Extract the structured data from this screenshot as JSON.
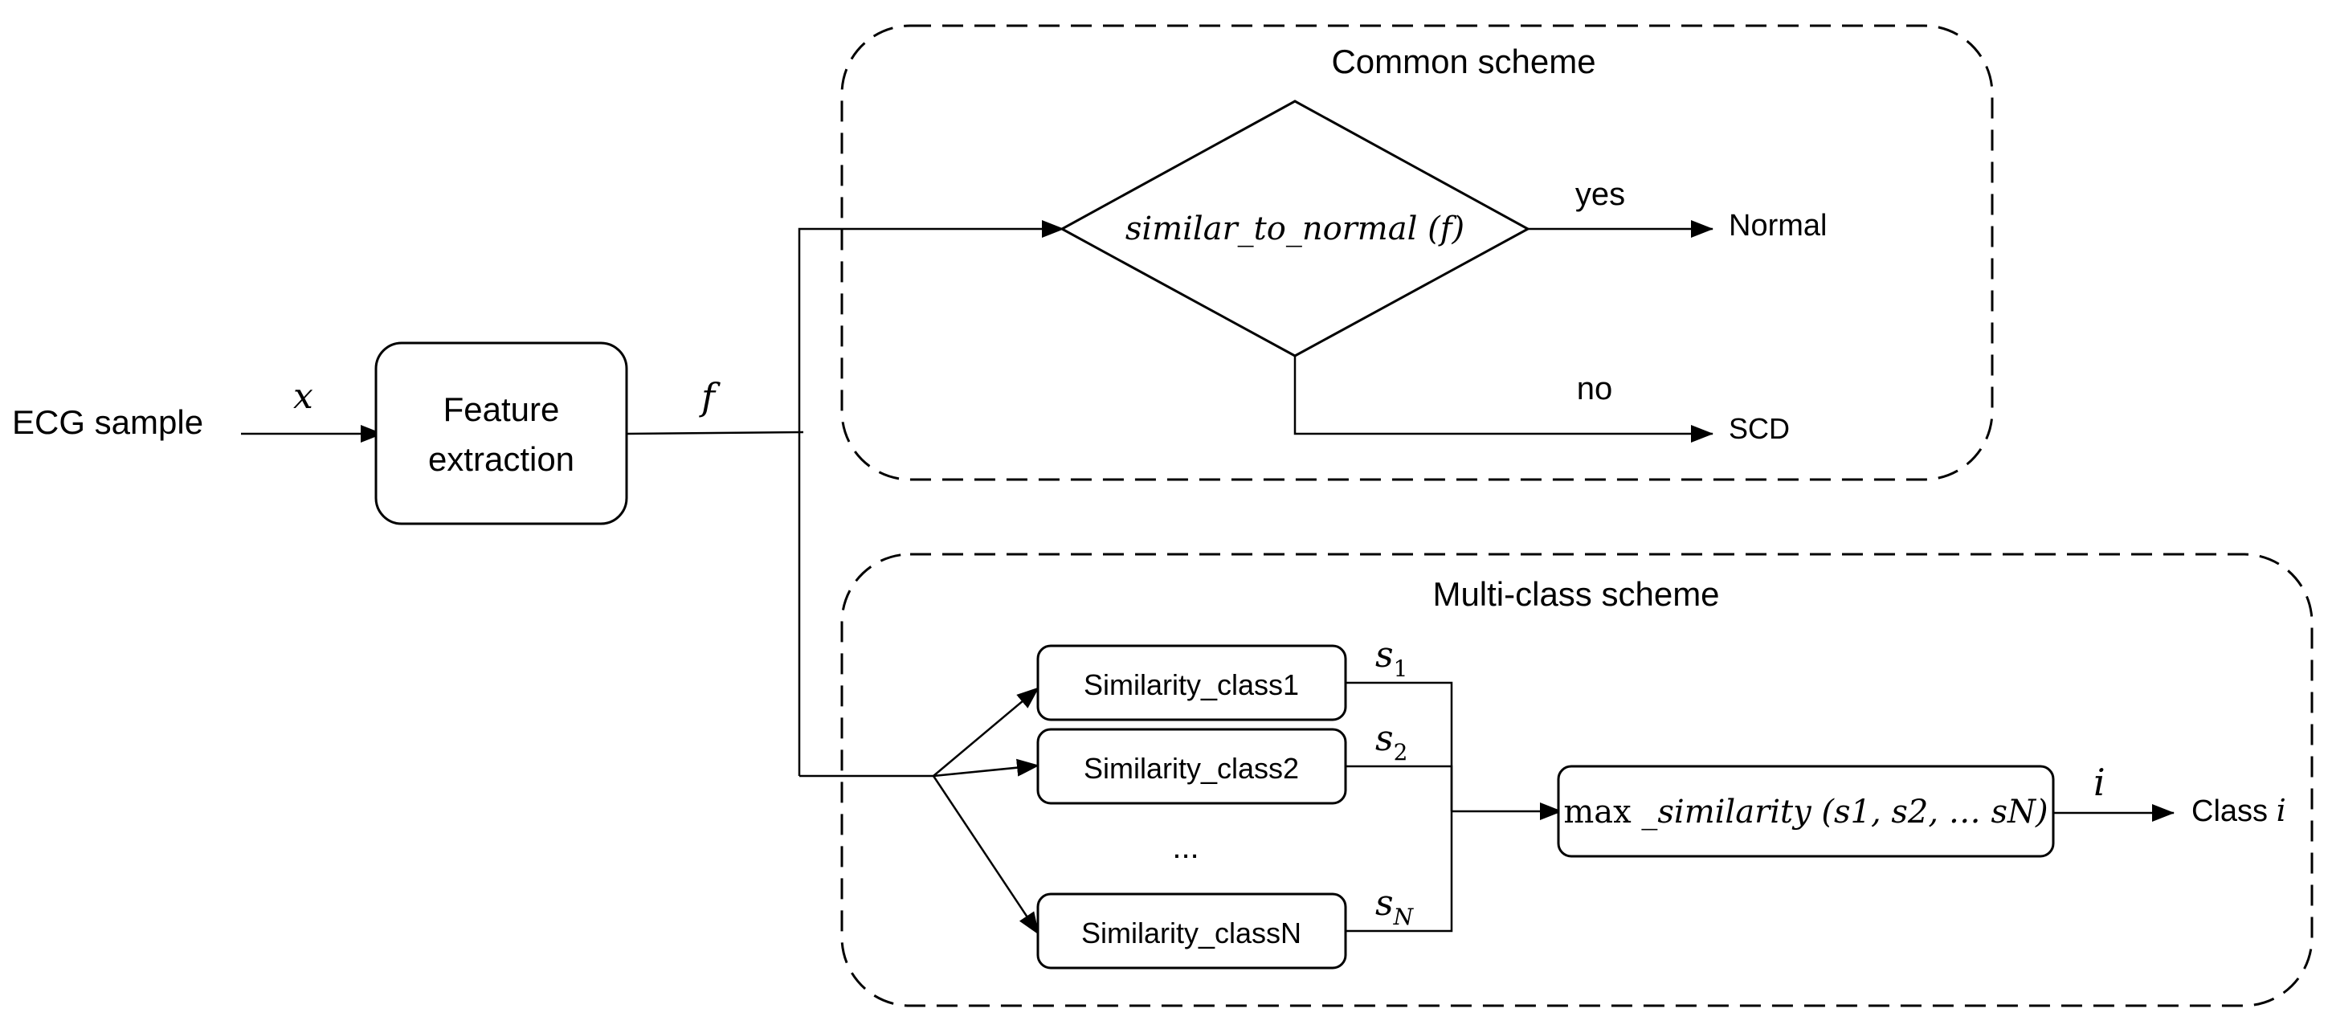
{
  "input": {
    "label": "ECG sample",
    "var": "x"
  },
  "feature": {
    "line1": "Feature",
    "line2": "extraction",
    "out_var": "f"
  },
  "common": {
    "title": "Common scheme",
    "decision_fn": "similar_to_normal",
    "decision_arg": "(f)",
    "yes": "yes",
    "no": "no",
    "out_yes": "Normal",
    "out_no": "SCD"
  },
  "multi": {
    "title": "Multi-class scheme",
    "classes": [
      "Similarity_class1",
      "Similarity_class2",
      "Similarity_classN"
    ],
    "ellipsis": "...",
    "scores": [
      {
        "base": "s",
        "sub": "1"
      },
      {
        "base": "s",
        "sub": "2"
      },
      {
        "base": "s",
        "sub": "N"
      }
    ],
    "max_fn": "max",
    "max_fn2": "similarity",
    "max_args": "(s1, s2, … sN)",
    "out_var": "i",
    "out_label": "Class",
    "out_label_var": "i"
  }
}
